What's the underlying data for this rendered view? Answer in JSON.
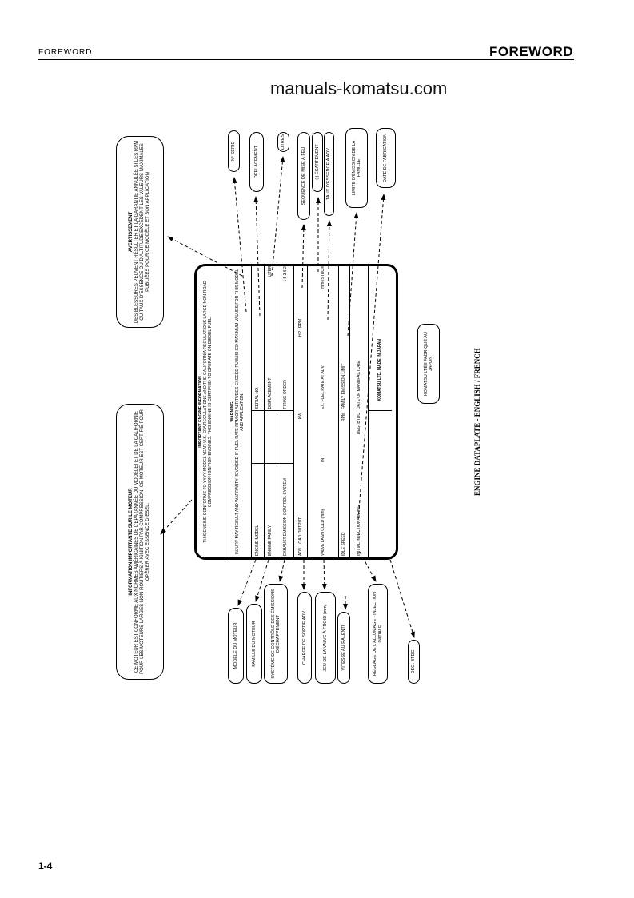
{
  "header": {
    "section_small": "FOREWORD",
    "section_large": "FOREWORD"
  },
  "footer": {
    "page_number": "1-4"
  },
  "watermark": "manuals-komatsu.com",
  "plate": {
    "title": "IMPORTANT ENGINE INFORMATION",
    "intro": "THIS ENGINE CONFORMS TO YYYY MODEL YEAR U.S. EPA REGULATIONS AND THE CALIFORNIA REGULATIONS LARGE NON-ROAD COMPRESSION IGNITION ENGINES. THIS ENGINE IS CERTIFIED TO OPERATE ON DIESEL FUEL.",
    "warning_title": "WARNING",
    "warning_text": "INJURY MAY RESULT AND WARRANTY IS VOIDED IF FUEL RATE RPM OR ALTITUDES EXCEED PUBLISHED MAXIMUM VALUES FOR THIS MODEL AND APPLICATION.",
    "rows": [
      [
        "ENGINE MODEL",
        "",
        "SERIAL NO.",
        ""
      ],
      [
        "ENGINE FAMILY",
        "",
        "DISPLACEMENT",
        "LITERS"
      ],
      [
        "EXHAUST EMISSION CONTROL SYSTEM",
        "",
        "FIRING ORDER",
        "1 5 3 6 2 4"
      ],
      [
        "ADV. LOAD OUTPUT",
        "KW",
        "HP",
        "RPM"
      ],
      [
        "VALVE LASH COLD (mm)",
        "IN",
        "EX.   FUEL RATE AT ADV.",
        "mm³/STROKE"
      ],
      [
        "IDLE SPEED",
        "RPM",
        "FAMILY EMISSION LIMIT",
        ""
      ],
      [
        "INITIAL INJECTION TIMING",
        "DEG. BTDC",
        "DATE OF MANUFACTURE",
        ""
      ],
      [
        "",
        "",
        "KOMATSU LTD. MADE IN JAPAN",
        ""
      ]
    ]
  },
  "callouts": {
    "avertissement_title": "AVERTISSEMENT",
    "avertissement_text": "DES BLESSURES PEUVENT RÉSULTER ET LA GARANTIE ANNULÉE SI LES RPM OU TAUX D'ESSENCE OU D'ALTITUDE EXCÈDENT LES VALEURS MAXIMALES PUBLIÉES POUR CE MODÈLE ET SON APPLICATION",
    "information_title": "INFORMATION IMPORTANTE SUR LE MOTEUR",
    "information_text": "CE MOTEUR EST CONFORME AUX NORMES AMÉRICAINES DE L'EPA (ANNÉE DU MODÈLE) ET DE LA CALIFORNIE POUR LES MOTEURS LARGES NON-ROUTIERS À IGNITION PAR COMPRESSION. CE MOTEUR EST CERTIFIÉ POUR OPÉRER AVEC ESSENCE DIESEL.",
    "serie": "N° SÉRIE",
    "deplacement": "DÉPLACEMENT",
    "litres": "LITRES",
    "sequence": "SÉQUENCE DE MISE À FEU",
    "ecartement": "( ) ÉCARTEMENT",
    "taux": "TAUX D'ESSENCE À ADV",
    "limite": "LIMITE D'ÉMISSION DE LA FAMILLE",
    "date": "DATE DE FABRICATION",
    "modele": "MODÈLE DU MOTEUR",
    "famille": "FAMILLE DU MOTEUR",
    "systeme": "SYSTÈME DE CONTRÔLE DES ÉMISSIONS D'ÉCHAPPEMENT",
    "charge": "CHARGE DE SORTIE ADV",
    "jeu": "JEU DE LA VALVE À FROID (mm)",
    "vitesse": "VITESSE AU RALENTI",
    "reglage": "RÉGLAGE DE L'ALLUMAGE - INJECTION INITIALE",
    "btdc": "DEG. BTDC",
    "komatsu": "KOMATSU LTÉE FABRIQUÉ AU JAPON"
  },
  "caption": "ENGINE DATAPLATE - ENGLISH / FRENCH"
}
